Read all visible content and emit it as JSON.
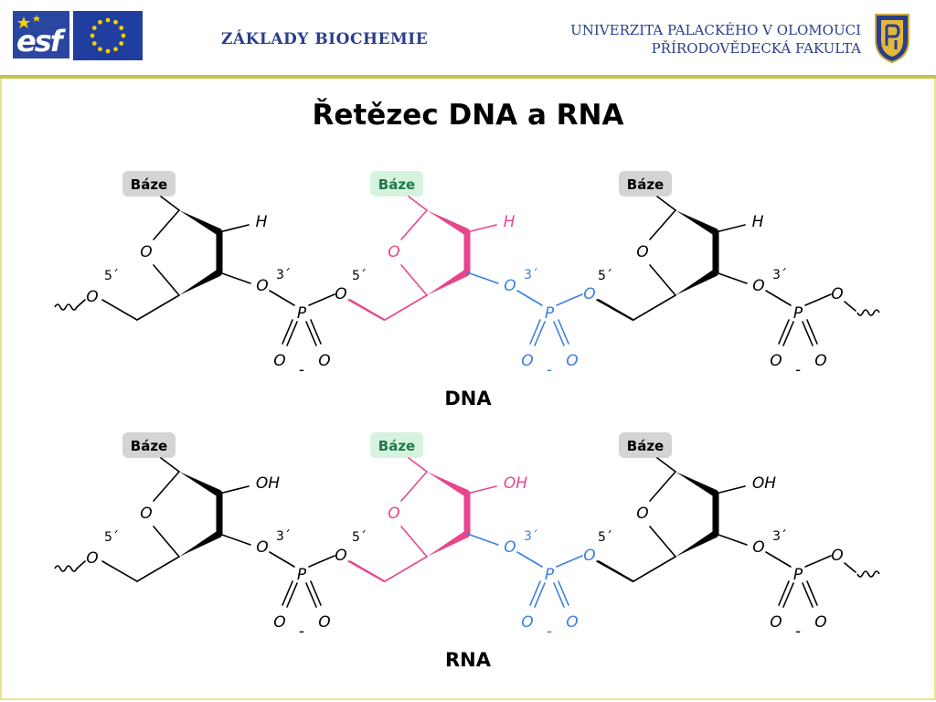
{
  "header": {
    "logo_esf": "esf",
    "course_title": "ZÁKLADY BIOCHEMIE",
    "university_line1": "UNIVERZITA PALACKÉHO V OLOMOUCI",
    "university_line2": "PŘÍRODOVĚDECKÁ FAKULTA"
  },
  "slide": {
    "title": "Řetězec DNA a RNA"
  },
  "chem": {
    "base_label": "Báze",
    "oxygen": "O",
    "phosphorus": "P",
    "hydrogen": "H",
    "hydroxyl": "OH",
    "minus": "-",
    "pos5": "5´",
    "pos3": "3´",
    "dna_label": "DNA",
    "rna_label": "RNA"
  },
  "colors": {
    "header_text": "#2a3e8c",
    "frame_yellow": "#e9e48a",
    "black": "#000000",
    "pink": "#e8458e",
    "blue": "#3a7fe0",
    "base_grey_bg": "#d4d4d4",
    "base_green_bg": "#d6f3e0",
    "base_green_text": "#1e7a4a"
  }
}
